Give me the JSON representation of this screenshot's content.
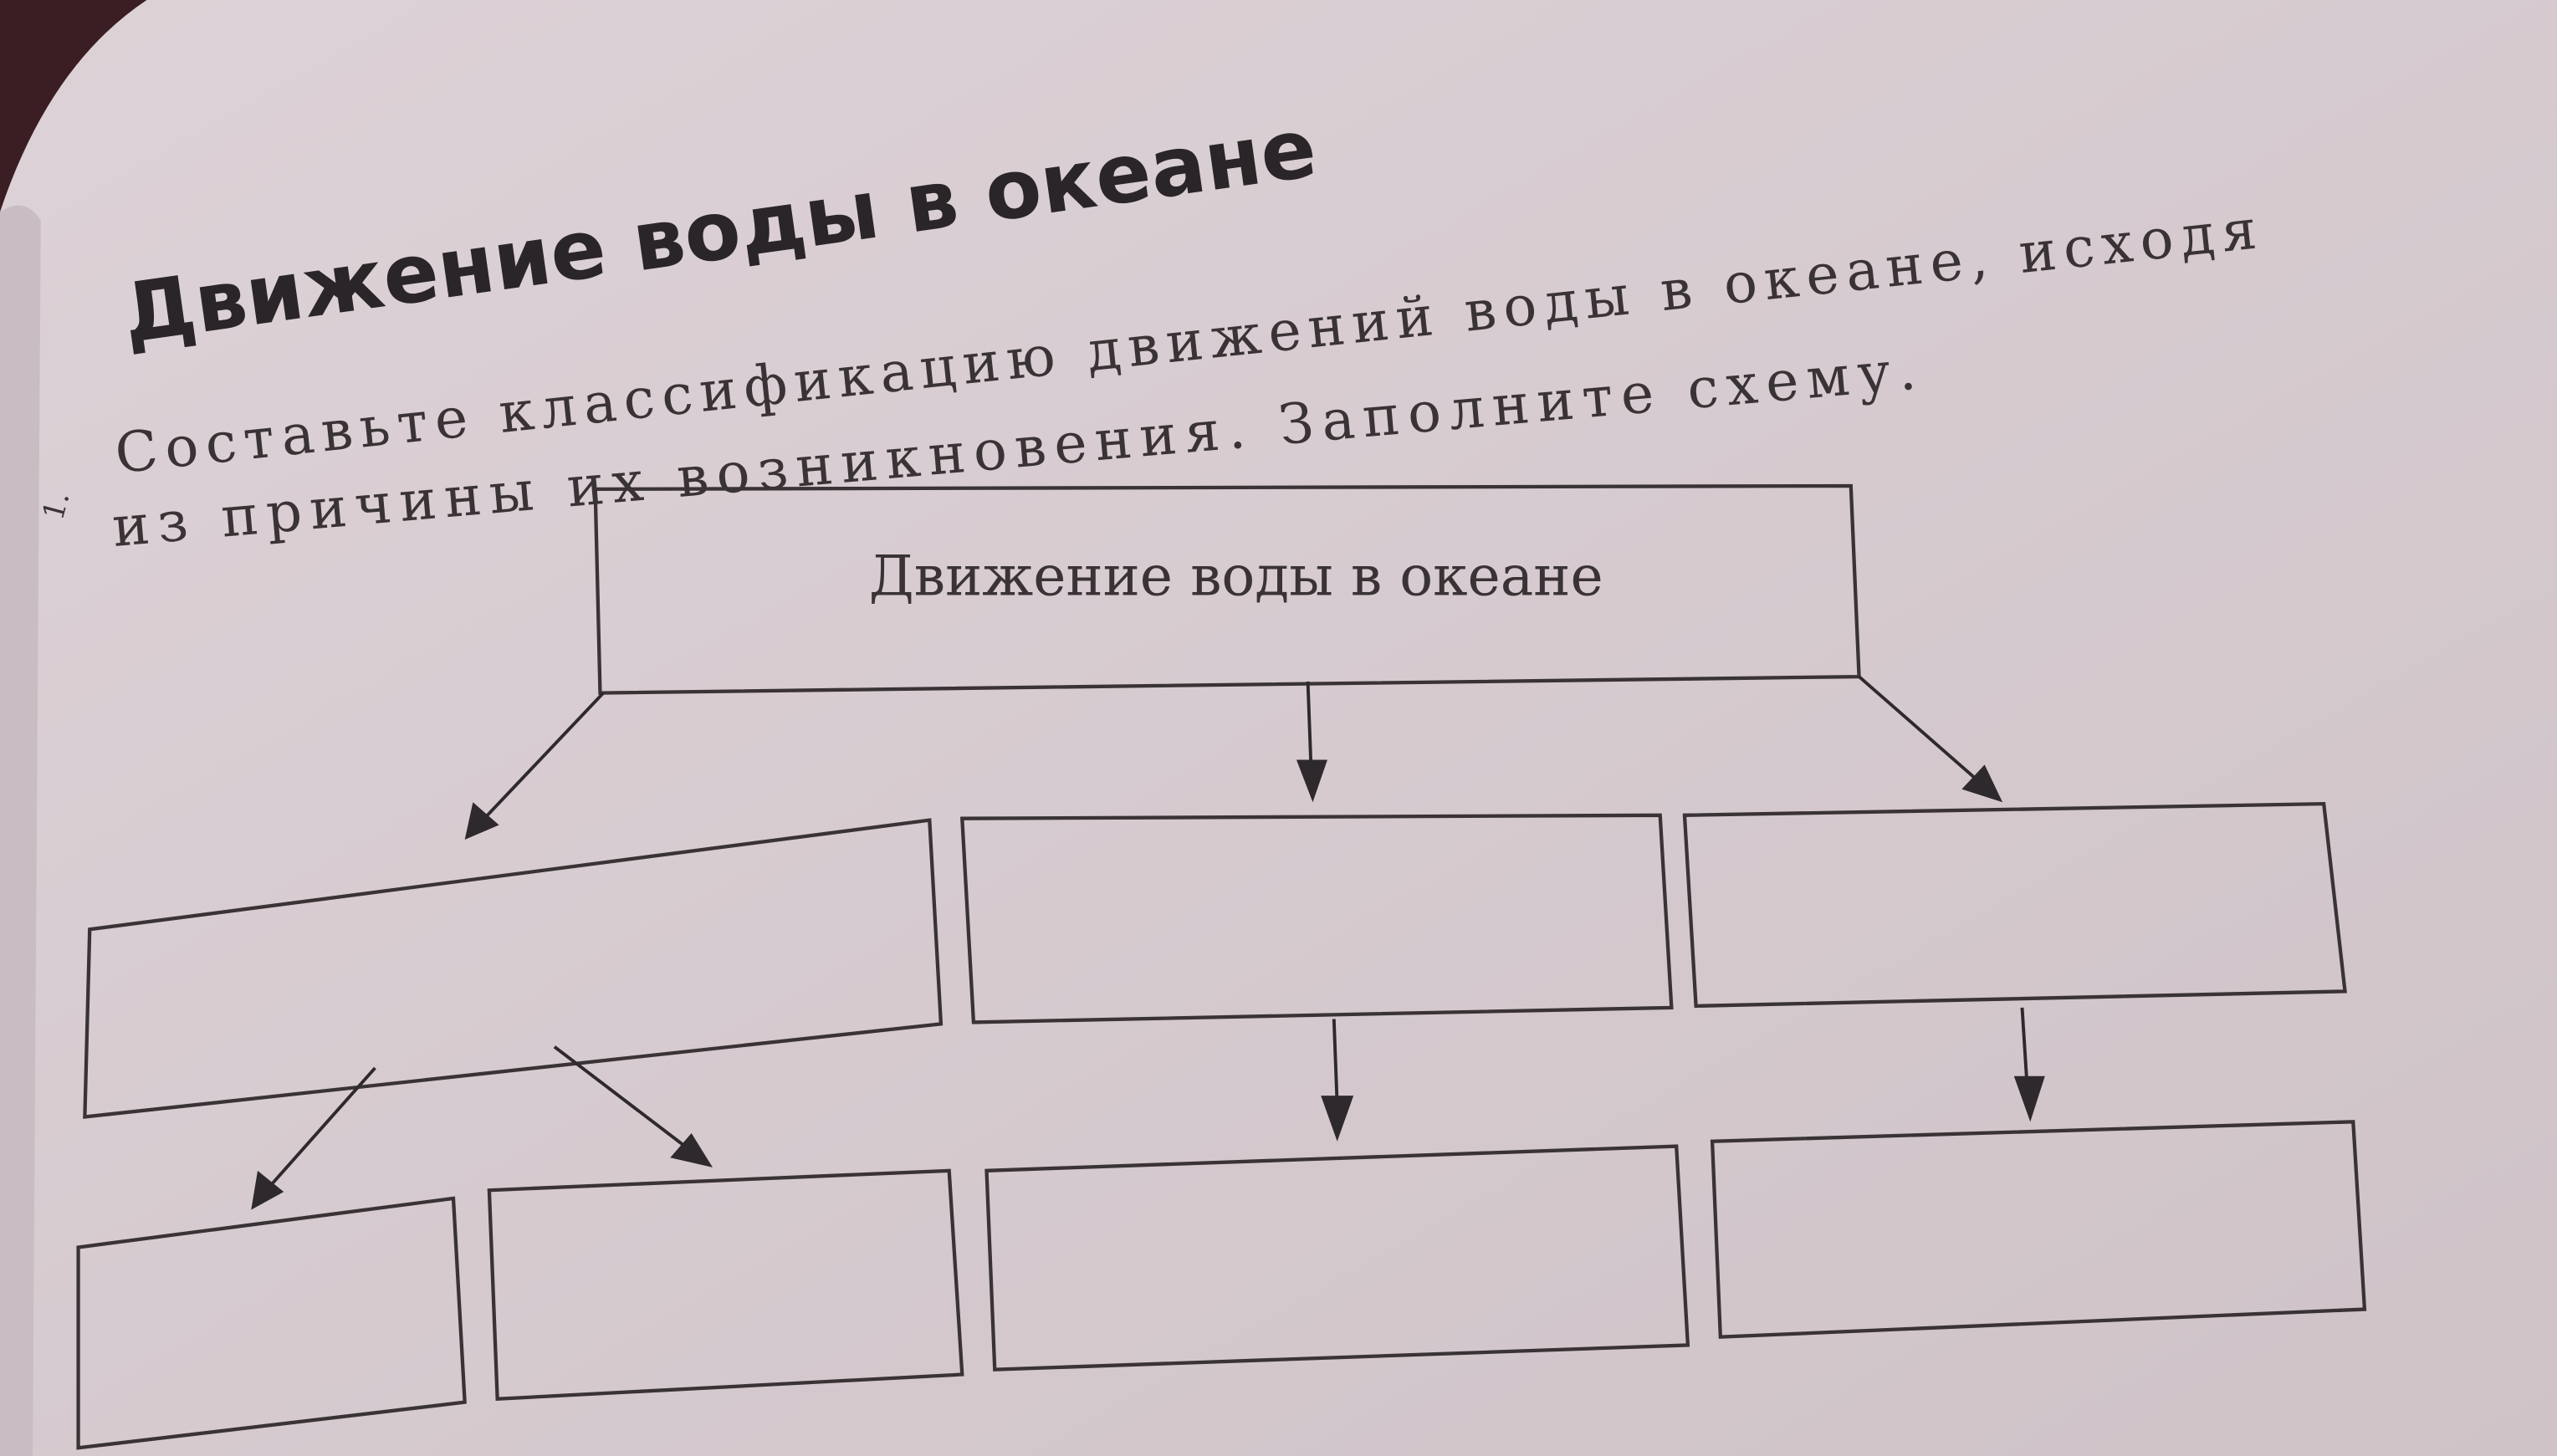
{
  "page": {
    "heading": "Движение воды в океане",
    "task_number": "1.",
    "task_line1": "Составьте классификацию движений воды в океане, исходя",
    "task_line2": "из причины их возникновения. Заполните схему."
  },
  "diagram": {
    "root": "Движение воды в океане",
    "level2": [
      "",
      "",
      ""
    ],
    "level3": [
      "",
      "",
      "",
      ""
    ]
  },
  "colors": {
    "paper": "#d6cbd0",
    "ink": "#2e292c",
    "background": "#3a1e24"
  }
}
